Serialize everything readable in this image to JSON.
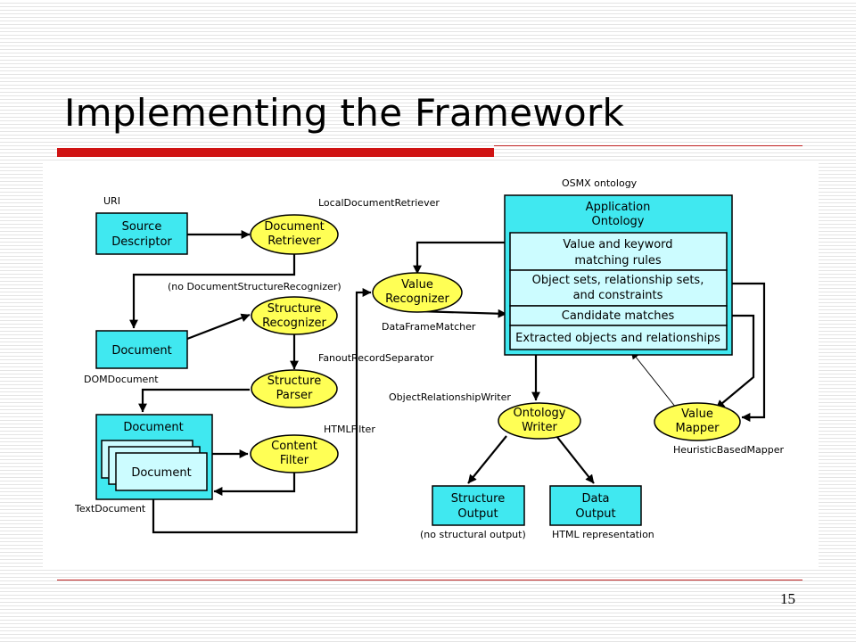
{
  "slide": {
    "title": "Implementing the Framework",
    "page_number": "15"
  },
  "diagram": {
    "annotations": {
      "uri": "URI",
      "local_document_retriever": "LocalDocumentRetriever",
      "no_document_structure_recognizer": "(no DocumentStructureRecognizer)",
      "dom_document": "DOMDocument",
      "fanout_record_separator": "FanoutRecordSeparator",
      "html_filter": "HTMLFilter",
      "text_document": "TextDocument",
      "data_frame_matcher": "DataFrameMatcher",
      "osmx_ontology": "OSMX ontology",
      "object_relationship_writer": "ObjectRelationshipWriter",
      "heuristic_based_mapper": "HeuristicBasedMapper",
      "no_structural_output": "(no structural output)",
      "html_representation": "HTML representation"
    },
    "nodes": {
      "source_descriptor": [
        "Source",
        "Descriptor"
      ],
      "document_retriever": [
        "Document",
        "Retriever"
      ],
      "document": "Document",
      "structure_recognizer": [
        "Structure",
        "Recognizer"
      ],
      "structure_parser": [
        "Structure",
        "Parser"
      ],
      "document_stack_title": "Document",
      "document_stack_item": "Document",
      "content_filter": [
        "Content",
        "Filter"
      ],
      "value_recognizer": [
        "Value",
        "Recognizer"
      ],
      "application_ontology": [
        "Application",
        "Ontology"
      ],
      "value_keyword_rules": [
        "Value and keyword",
        "matching rules"
      ],
      "object_sets": [
        "Object sets, relationship sets,",
        "and constraints"
      ],
      "candidate_matches": "Candidate matches",
      "extracted_objects": "Extracted objects and relationships",
      "ontology_writer": [
        "Ontology",
        "Writer"
      ],
      "value_mapper": [
        "Value",
        "Mapper"
      ],
      "structure_output": [
        "Structure",
        "Output"
      ],
      "data_output": [
        "Data",
        "Output"
      ]
    }
  }
}
